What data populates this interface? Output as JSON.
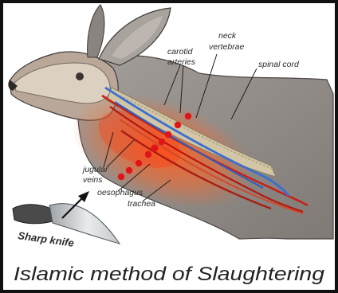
{
  "diagram": {
    "caption": "Islamic method of Slaughtering",
    "labels": {
      "carotid_1": "carotid",
      "carotid_2": "arteries",
      "neck_1": "neck",
      "neck_2": "vertebrae",
      "spinal_cord": "spinal cord",
      "jugular_1": "jugular",
      "jugular_2": "veins",
      "oesophagus": "oesophagus",
      "trachea": "trachea",
      "knife": "Sharp knife"
    },
    "colors": {
      "artery_red": "#c8201a",
      "vein_blue": "#3a6fd0",
      "incision_red": "#e0141a",
      "hide_grey": "#8f8a86"
    }
  }
}
